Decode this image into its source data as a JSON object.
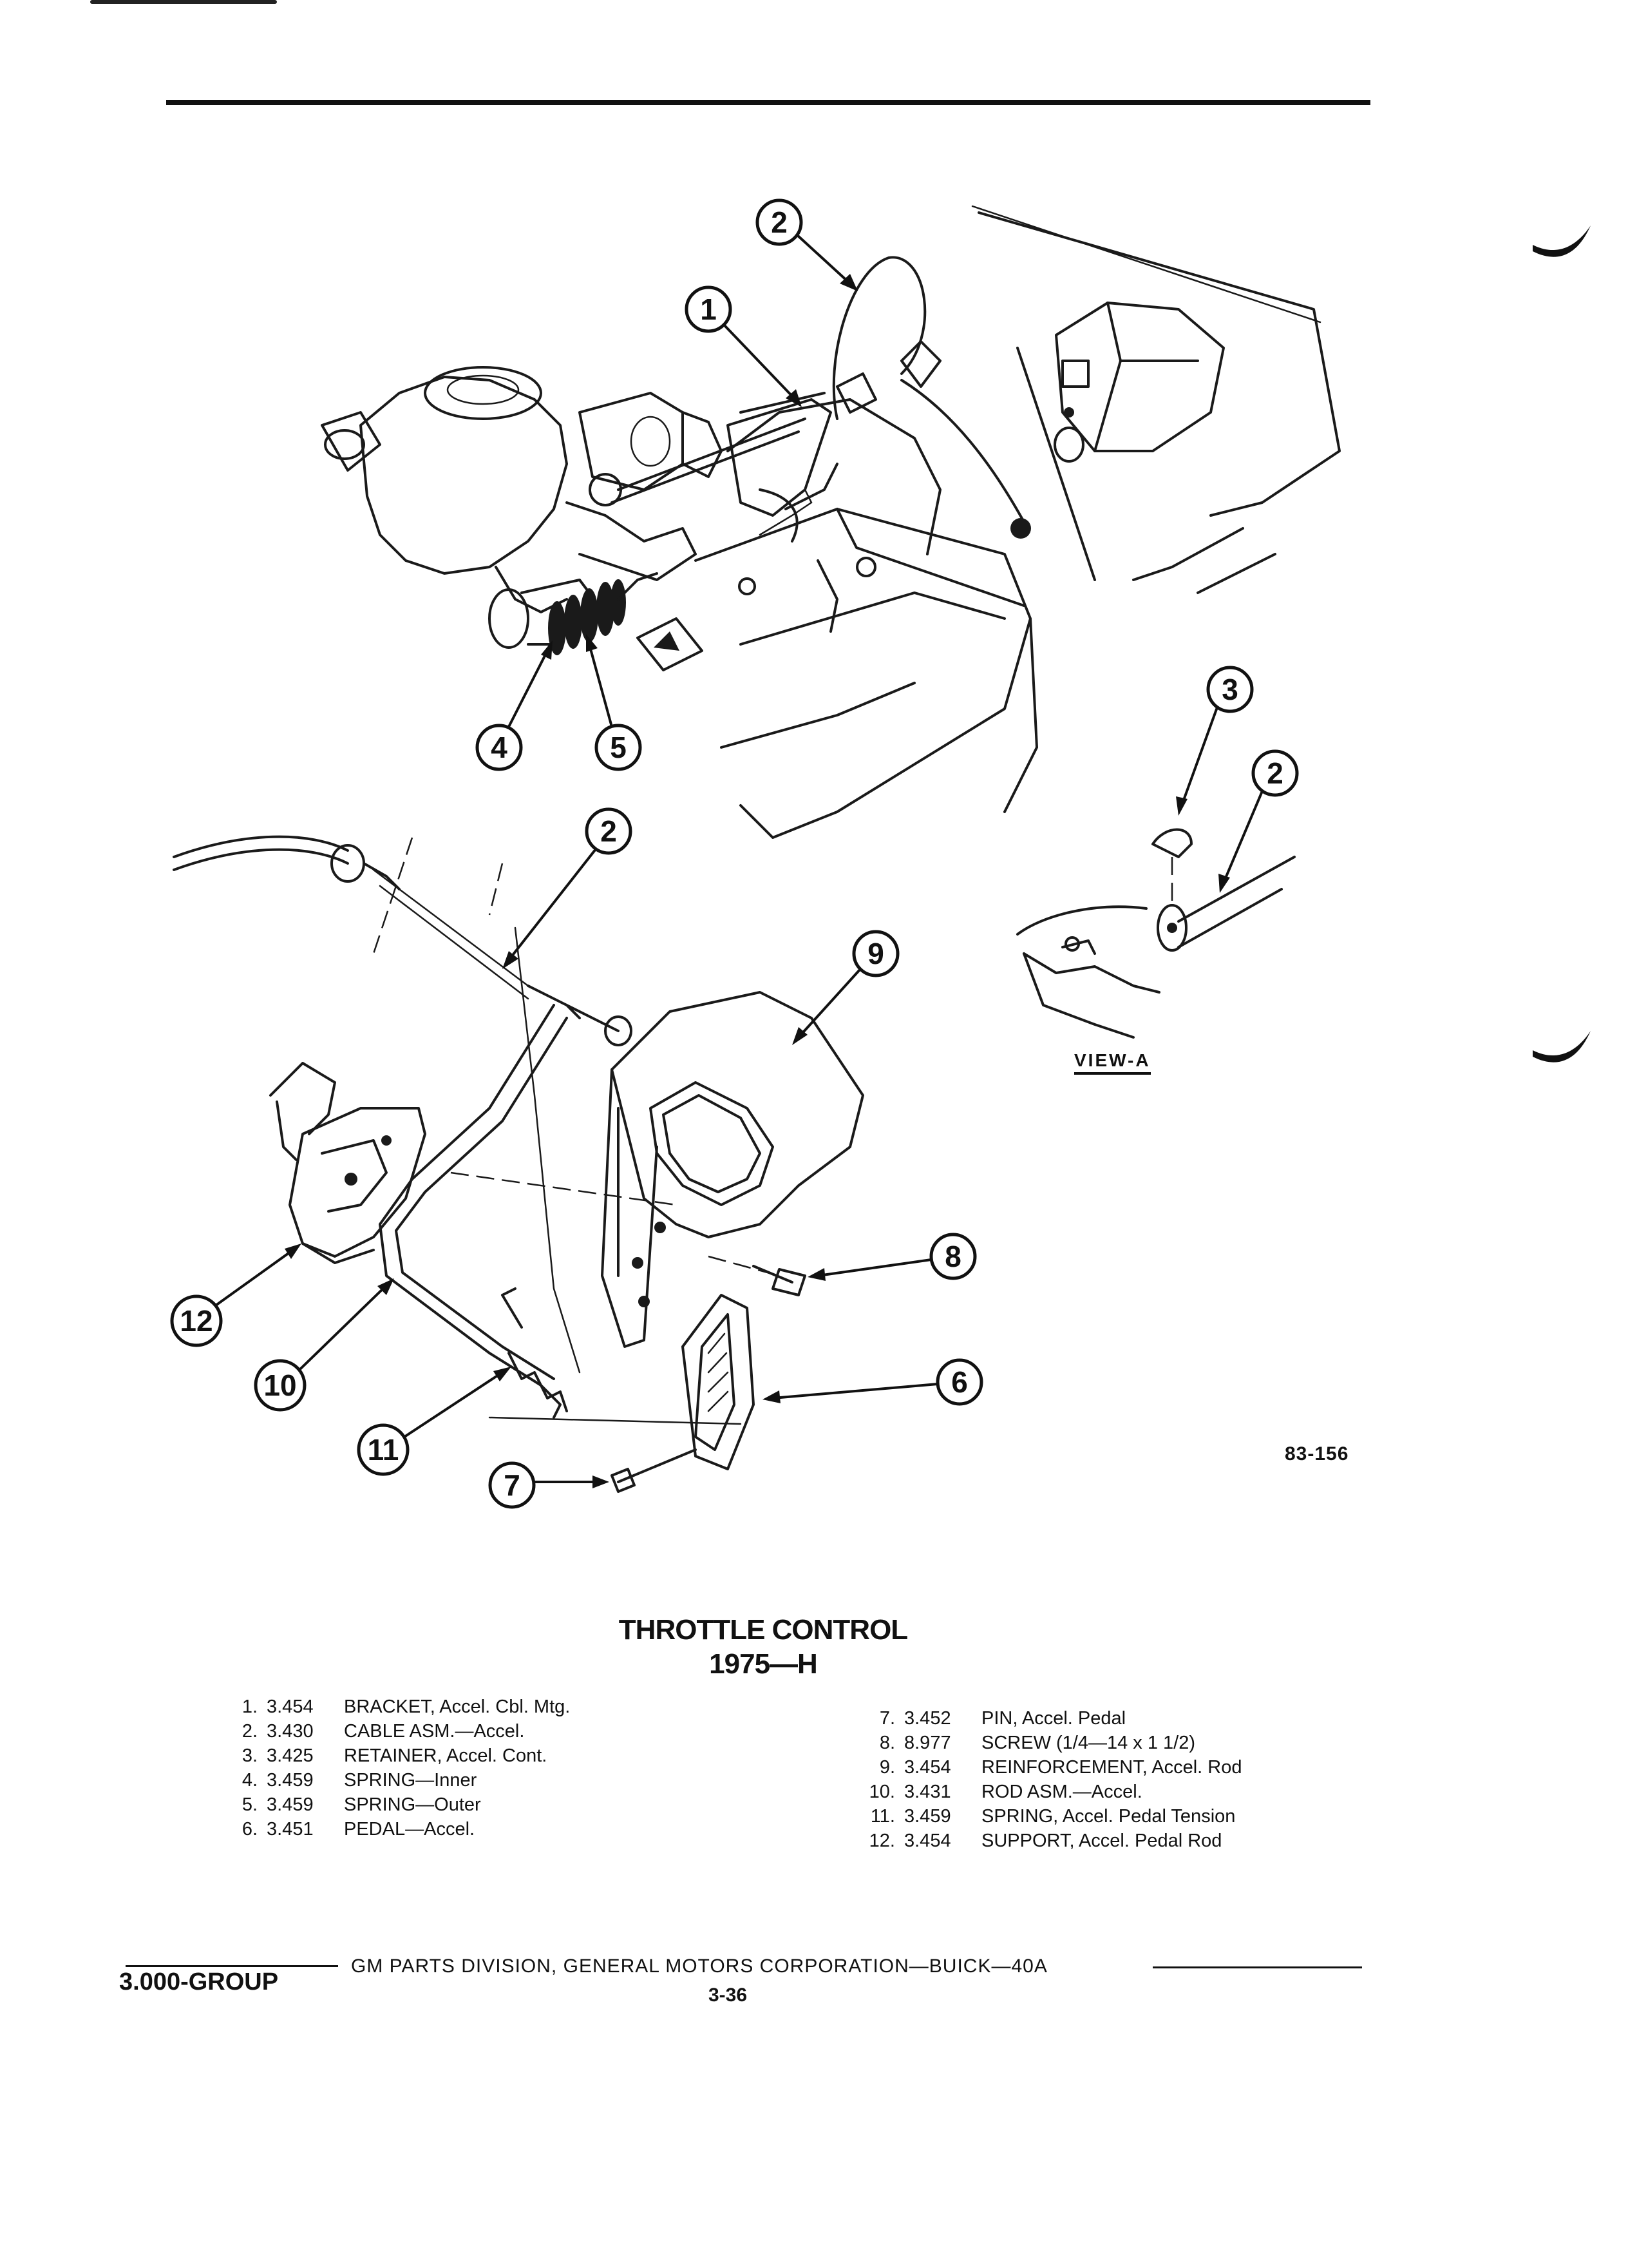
{
  "figure_code": "83-156",
  "view_label": "VIEW-A",
  "callouts": [
    "1",
    "2",
    "2",
    "2",
    "3",
    "4",
    "5",
    "6",
    "7",
    "8",
    "9",
    "10",
    "11",
    "12"
  ],
  "title_line1": "THROTTLE CONTROL",
  "title_line2": "1975—H",
  "parts_left": [
    {
      "num": "1.",
      "code": "3.454",
      "desc": "BRACKET, Accel. Cbl. Mtg."
    },
    {
      "num": "2.",
      "code": "3.430",
      "desc": "CABLE ASM.—Accel."
    },
    {
      "num": "3.",
      "code": "3.425",
      "desc": "RETAINER, Accel. Cont."
    },
    {
      "num": "4.",
      "code": "3.459",
      "desc": "SPRING—Inner"
    },
    {
      "num": "5.",
      "code": "3.459",
      "desc": "SPRING—Outer"
    },
    {
      "num": "6.",
      "code": "3.451",
      "desc": "PEDAL—Accel."
    }
  ],
  "parts_right": [
    {
      "num": "7.",
      "code": "3.452",
      "desc": "PIN, Accel. Pedal"
    },
    {
      "num": "8.",
      "code": "8.977",
      "desc": "SCREW (1/4—14 x 1 1/2)"
    },
    {
      "num": "9.",
      "code": "3.454",
      "desc": "REINFORCEMENT, Accel. Rod"
    },
    {
      "num": "10.",
      "code": "3.431",
      "desc": "ROD ASM.—Accel."
    },
    {
      "num": "11.",
      "code": "3.459",
      "desc": "SPRING, Accel. Pedal Tension"
    },
    {
      "num": "12.",
      "code": "3.454",
      "desc": "SUPPORT, Accel. Pedal Rod"
    }
  ],
  "footer": {
    "publisher": "GM PARTS DIVISION, GENERAL MOTORS CORPORATION—BUICK—40A",
    "group": "3.000-GROUP",
    "page": "3-36"
  }
}
